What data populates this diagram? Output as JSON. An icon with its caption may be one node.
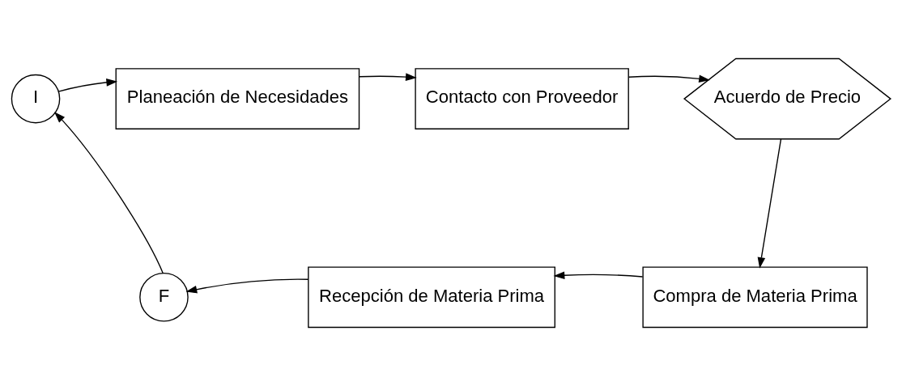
{
  "diagram": {
    "nodes": [
      {
        "text": [
          "I"
        ]
      },
      {
        "text": [
          "Planeación de Necesidades"
        ]
      },
      {
        "text": [
          "Contacto con Proveedor"
        ]
      },
      {
        "text": [
          "Acuerdo de Precio"
        ]
      },
      {
        "text": [
          "Compra de Materia Prima"
        ]
      },
      {
        "text": [
          "Recepción de Materia Prima"
        ]
      },
      {
        "text": [
          "F"
        ]
      }
    ],
    "edges": [
      {
        "from": 0,
        "to": 1,
        "arrow": "to"
      },
      {
        "from": 1,
        "to": 2,
        "arrow": "to"
      },
      {
        "from": 2,
        "to": 3,
        "arrow": "to"
      },
      {
        "from": 3,
        "to": 4,
        "arrow": "to"
      },
      {
        "from": 4,
        "to": 5,
        "arrow": "to"
      },
      {
        "from": 5,
        "to": 6,
        "arrow": "to"
      },
      {
        "from": 6,
        "to": 0,
        "arrow": "to"
      }
    ]
  }
}
